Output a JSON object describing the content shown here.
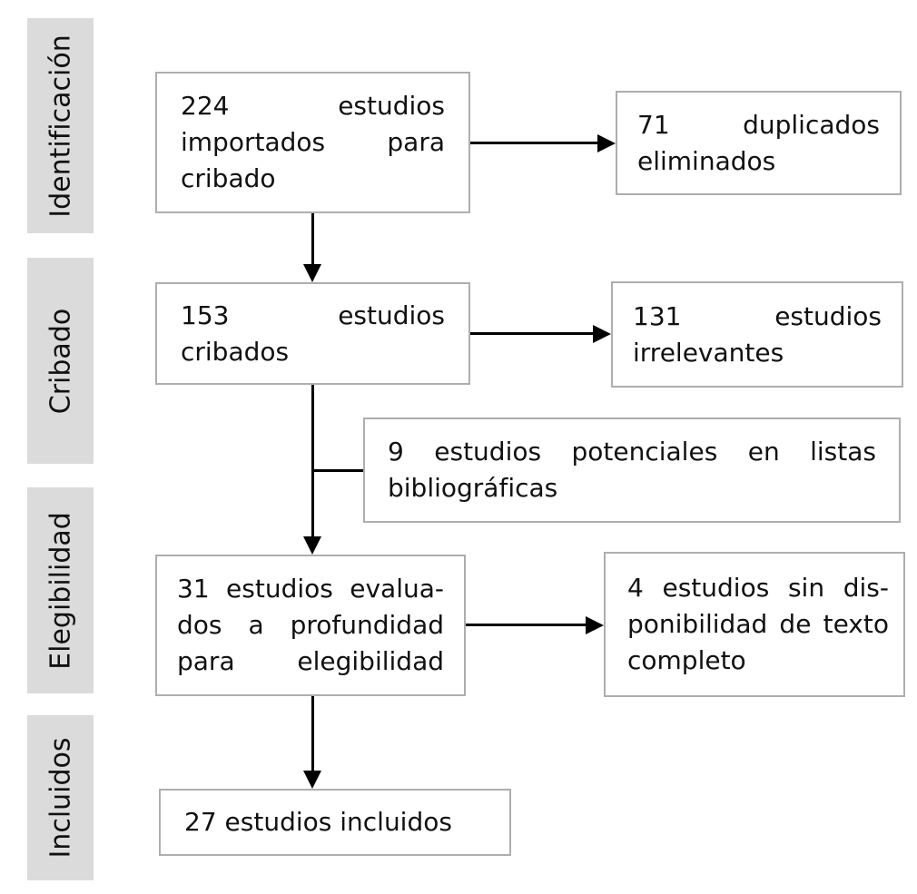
{
  "stages": [
    {
      "label": "Identificación"
    },
    {
      "label": "Cribado"
    },
    {
      "label": "Elegibilidad"
    },
    {
      "label": "Incluidos"
    }
  ],
  "boxes": {
    "imported": {
      "lines": [
        "224 estudios",
        "importados para",
        "cribado"
      ]
    },
    "duplicates": {
      "lines": [
        "71 duplicados",
        "eliminados"
      ]
    },
    "screened": {
      "lines": [
        "153 estudios",
        "cribados"
      ]
    },
    "irrelevant": {
      "lines": [
        "131 estudios",
        "irrelevantes"
      ]
    },
    "potential": {
      "lines": [
        "9 estudios potenciales en listas",
        "bibliográficas"
      ]
    },
    "assessed": {
      "lines": [
        "31 estudios evalua-",
        "dos a profundidad",
        "para elegibilidad"
      ]
    },
    "no_fulltext": {
      "lines": [
        "4 estudios sin dis-",
        "ponibilidad de texto",
        "completo"
      ]
    },
    "included": {
      "lines": [
        "27 estudios incluidos"
      ]
    }
  },
  "counts": {
    "imported": 224,
    "duplicates_removed": 71,
    "screened": 153,
    "irrelevant": 131,
    "from_reference_lists": 9,
    "assessed_for_eligibility": 31,
    "no_fulltext_available": 4,
    "included": 27
  },
  "colors": {
    "stage_bg": "#dbdbdb",
    "box_border": "#aeaeae",
    "arrow": "#000000",
    "text": "#111111"
  }
}
